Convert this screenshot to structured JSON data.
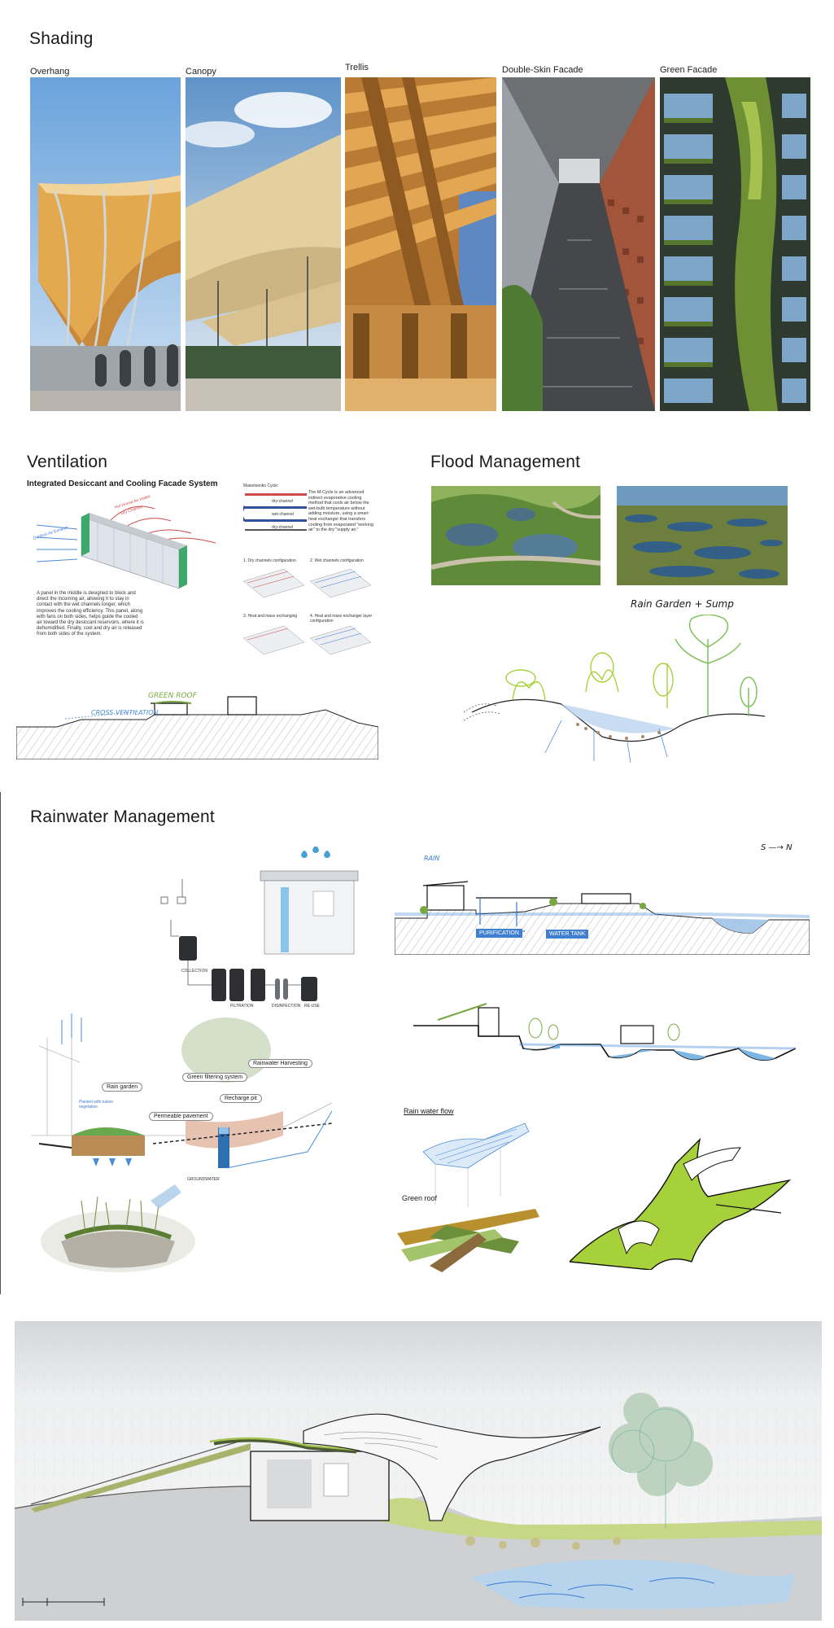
{
  "shading": {
    "title": "Shading",
    "items": [
      {
        "label": "Overhang"
      },
      {
        "label": "Canopy"
      },
      {
        "label": "Trellis"
      },
      {
        "label": "Double-Skin Facade"
      },
      {
        "label": "Green Facade"
      }
    ]
  },
  "ventilation": {
    "title": "Ventilation",
    "diagram_title": "Integrated Desiccant and Cooling Facade System",
    "panel_labels": [
      "Outdoor Air Exhaust",
      "Hot Humid Air Intake",
      "Dry Channel"
    ],
    "description": "A panel in the middle is designed to block and direct the incoming air, allowing it to stay in contact with the wet channels longer, which improves the cooling efficiency. This panel, along with fans on both sides, helps guide the cooled air toward the dry desiccant reservoirs, where it is dehumidified. Finally, cool and dry air is released from both sides of the system.",
    "cycle_title": "Maisotsenko Cycle:",
    "cycle_channels": [
      "dry-channel",
      "wet-channel",
      "dry-channel"
    ],
    "cycle_text": "The M-Cycle is an advanced indirect evaporative cooling method that cools air below the wet-bulb temperature without adding moisture, using a smart heat exchanger that transfers cooling from evaporated \"working air\" to the dry \"supply air.\"",
    "configs": [
      "1. Dry channels configuration",
      "2. Wet channels configuration",
      "3. Heat and mass exchanging",
      "4. Heat and mass exchanger layer configuration"
    ],
    "section_labels": [
      "GREEN ROOF",
      "CROSS VENTILATION"
    ]
  },
  "flood": {
    "title": "Flood Management",
    "sketch_label": "Rain Garden + Sump"
  },
  "rainwater": {
    "title": "Rainwater Management",
    "system_labels": [
      "COLLECTION",
      "FILTRATION",
      "DISINFECTION",
      "RE-USE"
    ],
    "callouts": [
      "Rainwater Harvesting",
      "Rain garden",
      "Green filtering system",
      "Recharge pit",
      "Permeable pavement"
    ],
    "note": "Planted with native vegetation",
    "ground_label": "GROUNDWATER",
    "section_labels": {
      "rain": "RAIN",
      "compass": "S —→ N",
      "purification": "PURIFICATION",
      "tank": "WATER TANK"
    },
    "flow_title": "Rain water flow",
    "green_roof": "Green roof"
  },
  "colors": {
    "lime": "#a6d13a",
    "water_blue": "#4c8fd1",
    "sky_blue": "#a9c9e8",
    "wood": "#d8a463",
    "forest": "#5e7d3a"
  }
}
